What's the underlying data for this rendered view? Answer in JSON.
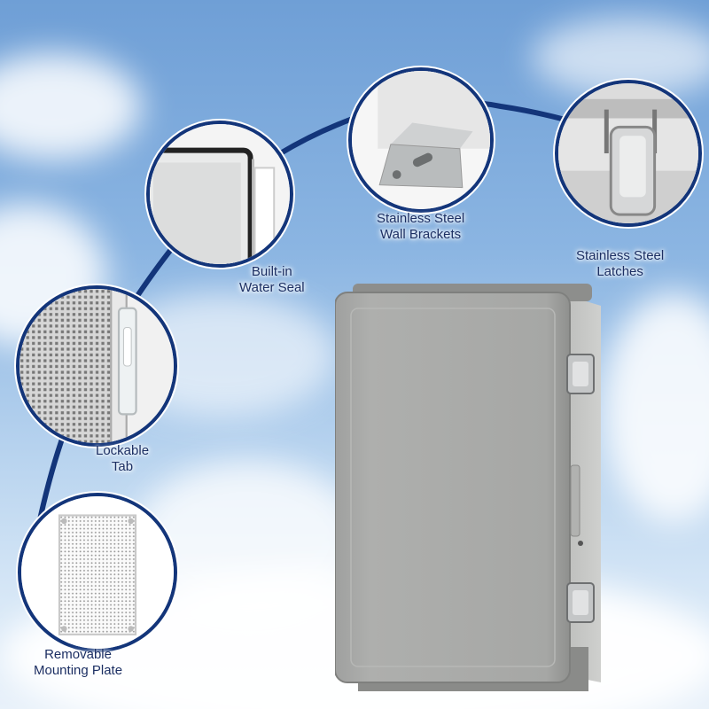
{
  "callouts": {
    "water_seal": {
      "line1": "Built-in",
      "line2": "Water Seal",
      "icon": "water-seal-closeup"
    },
    "wall_brackets": {
      "line1": "Stainless Steel",
      "line2": "Wall Brackets",
      "icon": "wall-bracket-closeup"
    },
    "latches": {
      "line1": "Stainless Steel",
      "line2": "Latches",
      "icon": "latch-closeup"
    },
    "lockable_tab": {
      "line1": "Lockable",
      "line2": "Tab",
      "icon": "lockable-tab-closeup"
    },
    "mounting_plate": {
      "line1": "Removable",
      "line2": "Mounting Plate",
      "icon": "mounting-plate-closeup"
    }
  },
  "product": {
    "name": "enclosure-box",
    "color": "#a7a8a6"
  },
  "colors": {
    "arc": "#13357a",
    "label_text": "#1c2f63",
    "sky_top": "#6f9fd6",
    "sky_bottom": "#e8f1fa"
  }
}
